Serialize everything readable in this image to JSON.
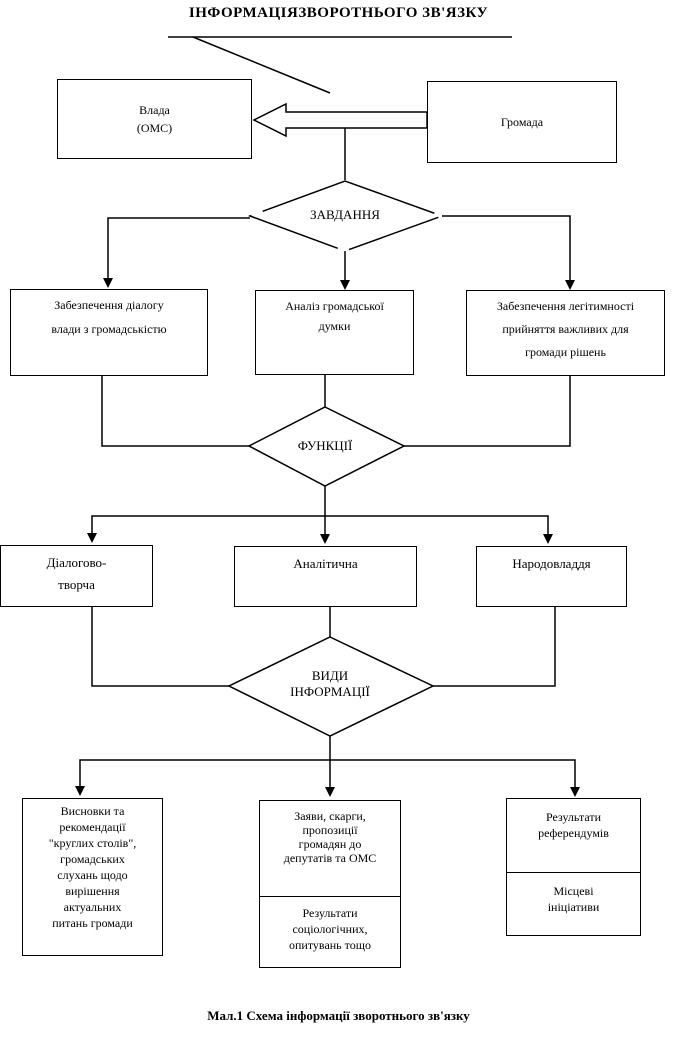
{
  "title": "ІНФОРМАЦІЯЗВОРОТНЬОГО ЗВ'ЯЗКУ",
  "actors": {
    "left": [
      "Влада",
      "(ОМС)"
    ],
    "right": "Громада"
  },
  "diamonds": {
    "tasks": "ЗАВДАННЯ",
    "functions": "ФУНКЦІЇ",
    "info_types": [
      "ВИДИ",
      "ІНФОРМАЦІЇ"
    ]
  },
  "tasks": [
    [
      "Забезпечення діалогу",
      "влади з громадськістю"
    ],
    [
      "Аналіз громадської",
      "думки"
    ],
    [
      "Забезпечення легітимності",
      "прийняття важливих для",
      "громади рішень"
    ]
  ],
  "functions": [
    [
      "Діалогово-",
      "творча"
    ],
    [
      "Аналітична"
    ],
    [
      "Народовладдя"
    ]
  ],
  "info_types": {
    "left": [
      "Висновки та",
      "рекомендації",
      "\"круглих столів\",",
      "громадських",
      "слухань щодо",
      "вирішення",
      "актуальних",
      "питань громади"
    ],
    "middle_top": [
      "Заяви, скарги,",
      "пропозиції",
      "громадян до",
      "депутатів та ОМС"
    ],
    "middle_bottom": [
      "Результати",
      "соціологічних,",
      "опитувань тощо"
    ],
    "right_top": [
      "Результати",
      "референдумів"
    ],
    "right_bottom": [
      "Місцеві",
      "ініціативи"
    ]
  },
  "caption": "Мал.1  Схема інформації зворотнього зв'язку"
}
